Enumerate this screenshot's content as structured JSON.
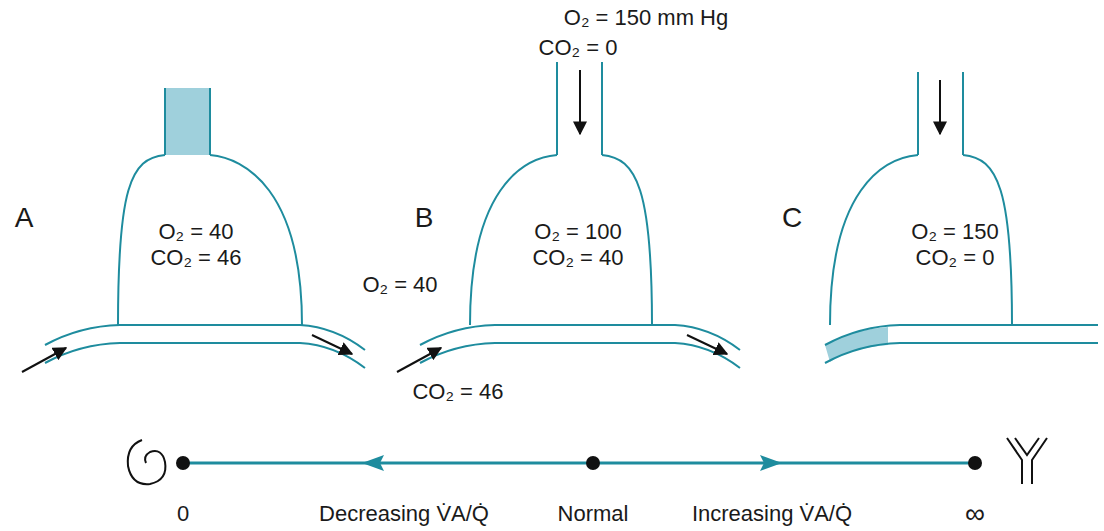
{
  "diagram": {
    "nodes": [
      {
        "text": [
          "O₂ = 40",
          "CO₂ = 46"
        ]
      },
      {
        "text": [
          "O₂ = 100",
          "CO₂ = 40"
        ]
      },
      {
        "text": [
          "O₂ = 150",
          "CO₂ = 0"
        ]
      }
    ],
    "labels": [
      "O₂ = 150 mm Hg",
      "CO₂ = 0",
      "A",
      "B",
      "C",
      "O₂ = 40",
      "CO₂ = 46",
      "0",
      "Decreasing V̇A/Q̇",
      "Normal",
      "Increasing V̇A/Q̇",
      "∞"
    ]
  }
}
